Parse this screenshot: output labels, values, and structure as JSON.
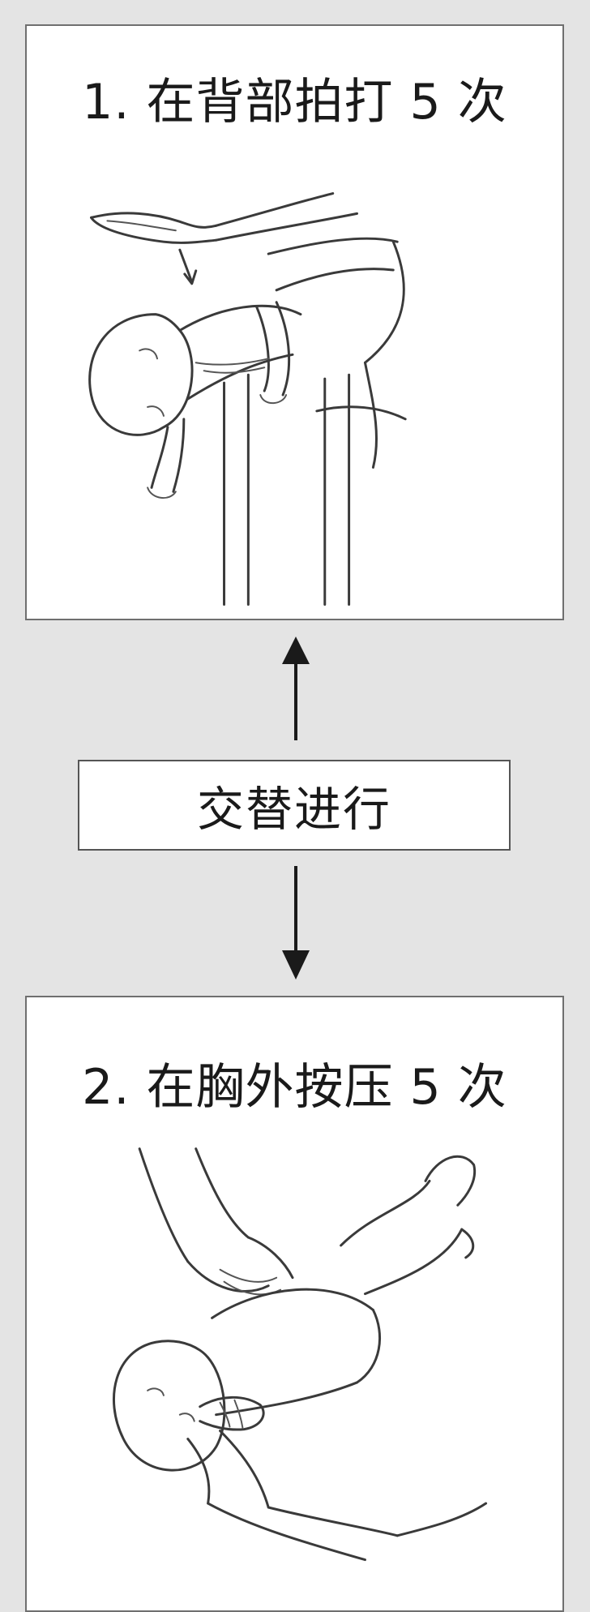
{
  "steps": [
    {
      "title": "1. 在背部拍打 5 次",
      "illustration": "infant-back-blows-illustration"
    },
    {
      "title": "2. 在胸外按压 5 次",
      "illustration": "infant-chest-thrusts-illustration"
    }
  ],
  "connector": {
    "label": "交替进行",
    "up_icon": "arrow-up-icon",
    "down_icon": "arrow-down-icon"
  },
  "colors": {
    "background": "#e4e4e4",
    "panel": "#ffffff",
    "border": "#6f6f6f",
    "ink": "#1a1a1a"
  }
}
